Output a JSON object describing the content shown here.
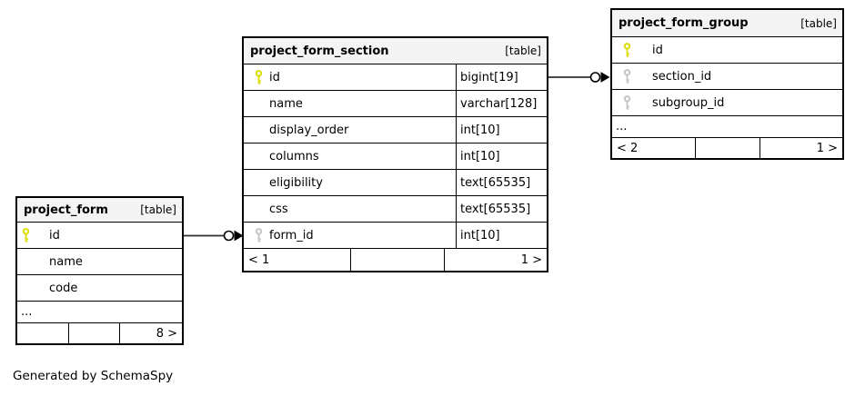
{
  "caption": "Generated by SchemaSpy",
  "colors": {
    "header_bg": "#f4f4f4",
    "border": "#000000",
    "primary_key": "#dcdc00",
    "foreign_key": "#c4c4c4",
    "connector_line": "#2e2e2e"
  },
  "tables": [
    {
      "id": "project_form",
      "title": "project_form",
      "badge": "[table]",
      "columns": [
        {
          "name": "id",
          "key": "primary",
          "type": ""
        },
        {
          "name": "name",
          "key": "",
          "type": ""
        },
        {
          "name": "code",
          "key": "",
          "type": ""
        }
      ],
      "ellipsis": "...",
      "footer": {
        "left": "",
        "middle": "",
        "right": "8 >"
      }
    },
    {
      "id": "project_form_section",
      "title": "project_form_section",
      "badge": "[table]",
      "columns": [
        {
          "name": "id",
          "key": "primary",
          "type": "bigint[19]"
        },
        {
          "name": "name",
          "key": "",
          "type": "varchar[128]"
        },
        {
          "name": "display_order",
          "key": "",
          "type": "int[10]"
        },
        {
          "name": "columns",
          "key": "",
          "type": "int[10]"
        },
        {
          "name": "eligibility",
          "key": "",
          "type": "text[65535]"
        },
        {
          "name": "css",
          "key": "",
          "type": "text[65535]"
        },
        {
          "name": "form_id",
          "key": "foreign",
          "type": "int[10]"
        }
      ],
      "ellipsis": "",
      "footer": {
        "left": "< 1",
        "middle": "",
        "right": "1 >"
      }
    },
    {
      "id": "project_form_group",
      "title": "project_form_group",
      "badge": "[table]",
      "columns": [
        {
          "name": "id",
          "key": "primary",
          "type": ""
        },
        {
          "name": "section_id",
          "key": "foreign",
          "type": ""
        },
        {
          "name": "subgroup_id",
          "key": "foreign",
          "type": ""
        }
      ],
      "ellipsis": "...",
      "footer": {
        "left": "< 2",
        "middle": "",
        "right": "1 >"
      }
    }
  ],
  "relationships": [
    {
      "from_table": "project_form",
      "from_column": "id",
      "to_table": "project_form_section",
      "to_column": "form_id"
    },
    {
      "from_table": "project_form_section",
      "from_column": "id",
      "to_table": "project_form_group",
      "to_column": "section_id"
    }
  ]
}
